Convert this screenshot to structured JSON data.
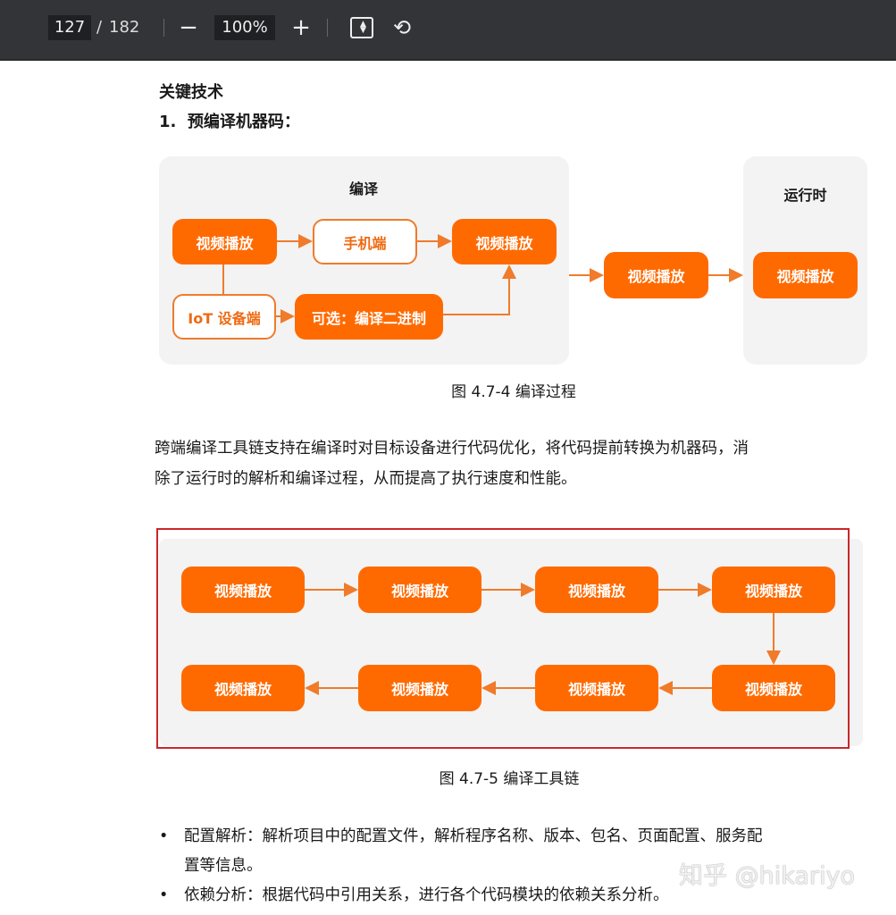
{
  "toolbar": {
    "current_page": "127",
    "page_separator": "/",
    "total_pages": "182",
    "zoom": "100%",
    "zoom_out_icon": "minus-icon",
    "zoom_in_icon": "plus-icon",
    "fit_icon": "fit-page-icon",
    "rotate_icon": "rotate-icon"
  },
  "doc": {
    "section_title": "关键技术",
    "subheading": "1.  预编译机器码：",
    "fig1": {
      "compile_title": "编译",
      "runtime_title": "运行时",
      "boxes": [
        "视频播放",
        "手机端",
        "视频播放",
        "IoT 设备端",
        "可选：编译二进制",
        "视频播放",
        "视频播放"
      ],
      "caption": "图 4.7-4 编译过程"
    },
    "paragraph": [
      "跨端编译工具链支持在编译时对目标设备进行代码优化，将代码提前转换为机器码，消",
      "除了运行时的解析和编译过程，从而提高了执行速度和性能。"
    ],
    "fig2": {
      "boxes": [
        "视频播放",
        "视频播放",
        "视频播放",
        "视频播放",
        "视频播放",
        "视频播放",
        "视频播放",
        "视频播放"
      ],
      "caption": "图 4.7-5 编译工具链",
      "highlight_color": "#c8282a"
    },
    "bullets": [
      {
        "line1": "配置解析：解析项目中的配置文件，解析程序名称、版本、包名、页面配置、服务配",
        "line2": "置等信息。"
      },
      {
        "line1": "依赖分析：根据代码中引用关系，进行各个代码模块的依赖关系分析。"
      }
    ],
    "watermark": "知乎 @hikariyo"
  },
  "colors": {
    "accent": "#ff6a00",
    "toolbar": "#323437",
    "panel": "#f3f3f3"
  }
}
